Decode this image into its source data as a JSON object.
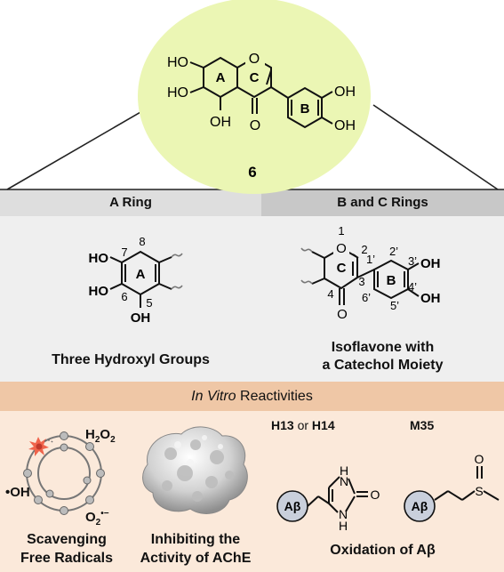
{
  "compound": {
    "label": "6",
    "labels": {
      "ho1": "HO",
      "ho2": "HO",
      "oh5": "OH",
      "oh3p": "OH",
      "oh4p": "OH",
      "ringA": "A",
      "ringB": "B",
      "ringC": "C",
      "o_ring": "O",
      "o_keto": "O"
    }
  },
  "headers": {
    "a_ring": "A Ring",
    "bc_rings": "B and C Rings"
  },
  "a_panel": {
    "labels": {
      "ho7": "HO",
      "ho6": "HO",
      "oh5": "OH",
      "ring": "A",
      "n7": "7",
      "n8": "8",
      "n6": "6",
      "n5": "5"
    },
    "caption": "Three Hydroxyl Groups"
  },
  "bc_panel": {
    "labels": {
      "n1": "1",
      "n2": "2",
      "n3": "3",
      "n4": "4",
      "o1": "O",
      "o4": "O",
      "ringC": "C",
      "ringB": "B",
      "n1p": "1’",
      "n2p": "2’",
      "n3p": "3’",
      "n4p": "4’",
      "n5p": "5’",
      "n6p": "6’",
      "oh3p": "OH",
      "oh4p": "OH"
    },
    "caption1": "Isoflavone with",
    "caption2": "a Catechol Moiety"
  },
  "reactivities": {
    "italic": "In Vitro",
    "rest": " Reactivities"
  },
  "scavenging": {
    "h2o2_main": "H",
    "h2o2_sub": "2",
    "h2o2_o": "O",
    "h2o2_sub2": "2",
    "oh": "•OH",
    "o2_main": "O",
    "o2_sub": "2",
    "o2_sup": "•−",
    "caption1": "Scavenging",
    "caption2": "Free Radicals"
  },
  "ache": {
    "caption1": "Inhibiting the",
    "caption2": "Activity of AChE"
  },
  "oxidation": {
    "h13": "H13",
    "or": " or ",
    "h14": "H14",
    "m35": "M35",
    "abeta": "Aβ",
    "nh": "H",
    "n": "N",
    "o": "O",
    "s": "S",
    "caption": "Oxidation of Aβ"
  }
}
